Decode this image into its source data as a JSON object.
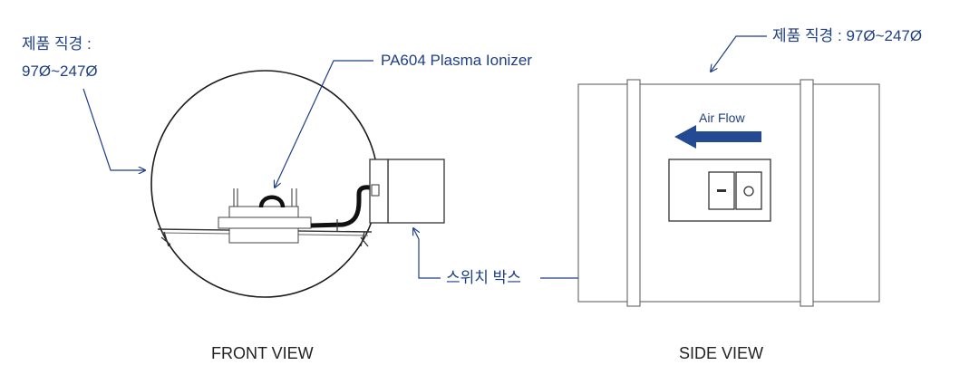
{
  "front_view": {
    "diameter_label_line1": "제품 직경 :",
    "diameter_label_line2": "97Ø~247Ø",
    "ionizer_label": "PA604 Plasma Ionizer",
    "switch_box_label": "스위치 박스",
    "caption": "FRONT VIEW"
  },
  "side_view": {
    "diameter_label": "제품 직경 : 97Ø~247Ø",
    "airflow_label": "Air Flow",
    "caption": "SIDE VIEW"
  },
  "colors": {
    "annotation": "#1e3f86",
    "line": "#1a1a1a",
    "arrow_fill": "#244a94"
  }
}
